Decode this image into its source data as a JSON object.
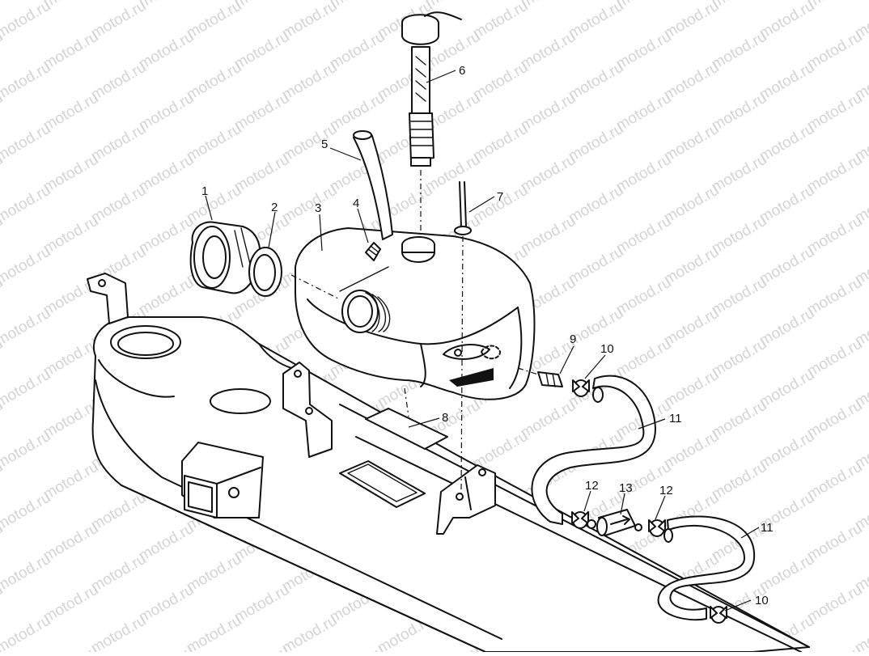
{
  "watermark": "motod.ru",
  "callouts": [
    {
      "id": "c1",
      "label": "1"
    },
    {
      "id": "c2",
      "label": "2"
    },
    {
      "id": "c3",
      "label": "3"
    },
    {
      "id": "c4",
      "label": "4"
    },
    {
      "id": "c5",
      "label": "5"
    },
    {
      "id": "c6",
      "label": "6"
    },
    {
      "id": "c7",
      "label": "7"
    },
    {
      "id": "c8",
      "label": "8"
    },
    {
      "id": "c9",
      "label": "9"
    },
    {
      "id": "c10a",
      "label": "10"
    },
    {
      "id": "c10b",
      "label": "10"
    },
    {
      "id": "c11a",
      "label": "11"
    },
    {
      "id": "c11b",
      "label": "11"
    },
    {
      "id": "c12a",
      "label": "12"
    },
    {
      "id": "c12b",
      "label": "12"
    },
    {
      "id": "c13",
      "label": "13"
    }
  ]
}
